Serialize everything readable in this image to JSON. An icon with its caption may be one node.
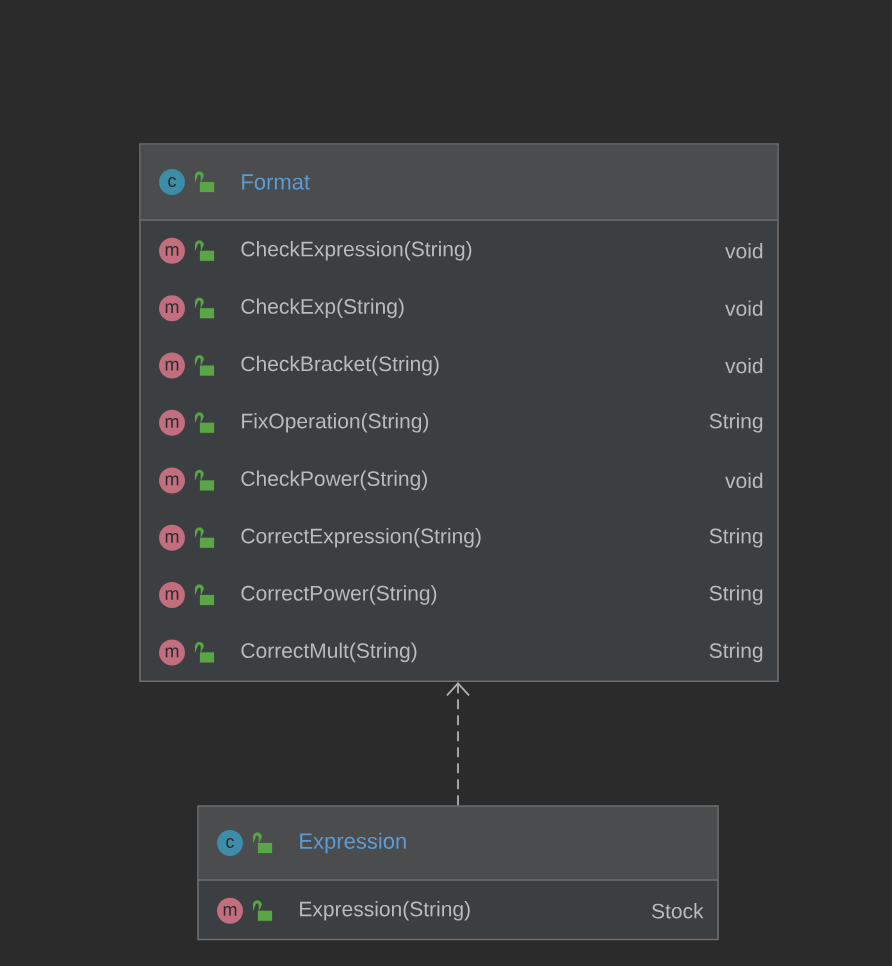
{
  "diagram": {
    "nodes": [
      {
        "text": [
          "c",
          "Format"
        ]
      },
      {
        "text": [
          "m",
          "CheckExpression(String)",
          "void"
        ],
        "in": 0
      },
      {
        "text": [
          "m",
          "CheckExp(String)",
          "void"
        ],
        "in": 0
      },
      {
        "text": [
          "m",
          "CheckBracket(String)",
          "void"
        ],
        "in": 0
      },
      {
        "text": [
          "m",
          "FixOperation(String)",
          "String"
        ],
        "in": 0
      },
      {
        "text": [
          "m",
          "CheckPower(String)",
          "void"
        ],
        "in": 0
      },
      {
        "text": [
          "m",
          "CorrectExpression(String)",
          "String"
        ],
        "in": 0
      },
      {
        "text": [
          "m",
          "CorrectPower(String)",
          "String"
        ],
        "in": 0
      },
      {
        "text": [
          "m",
          "CorrectMult(String)",
          "String"
        ],
        "in": 0
      },
      {
        "text": [
          "c",
          "Expression"
        ]
      },
      {
        "text": [
          "m",
          "Expression(String)",
          "Stock"
        ],
        "in": 9
      }
    ],
    "edges": [
      {
        "from": 9,
        "to": 0,
        "arrow": "to",
        "style": "dashed"
      }
    ]
  }
}
